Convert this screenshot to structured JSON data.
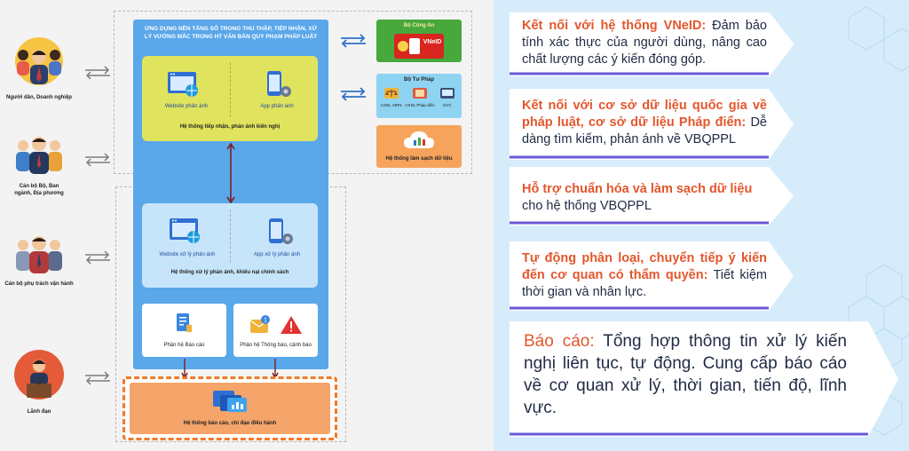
{
  "diagram": {
    "actors": [
      {
        "label": "Người dân, Doanh nghiệp"
      },
      {
        "label": "Cán bộ Bộ, Ban ngành, Địa phương"
      },
      {
        "label": "Cán bộ phụ trách vận hành"
      },
      {
        "label": "Lãnh đạo"
      }
    ],
    "main_title": "ỨNG DỤNG NỀN TẢNG SỐ TRONG THU THẬP, TIẾP NHẬN, XỬ LÝ VƯỚNG MẮC TRONG HT VĂN BẢN QUY PHẠM PHÁP LUẬT",
    "reception": {
      "website": "Website phản ánh",
      "app": "App phản ánh",
      "caption": "Hệ thống tiếp nhận, phản ánh kiến nghị"
    },
    "processing": {
      "website": "Website xử lý phản ánh",
      "app": "App xử lý phản ánh",
      "caption": "Hệ thống xử lý phản ánh, khiếu nại chính sách"
    },
    "report_module": "Phân hệ Báo cáo",
    "alert_module": "Phân hệ Thông báo, cảnh báo",
    "command_system": "Hệ thống báo cáo, chỉ đạo điều hành",
    "bo_cong_an": {
      "title": "Bộ Công An",
      "brand": "VNeID"
    },
    "bo_tu_phap": {
      "title": "Bộ Tư Pháp",
      "items": [
        "CSDL VBPL",
        "CSDL Pháp điển",
        "DVC"
      ]
    },
    "data_clean": "Hệ thống làm sạch dữ liệu"
  },
  "cards": [
    {
      "highlight": "Kết nối với hệ thống VNeID:",
      "text": " Đảm bảo tính xác thực của người dùng, nâng cao chất lượng các ý kiến đóng góp."
    },
    {
      "highlight": "Kết nối với cơ sở dữ liệu quốc gia về pháp luật, cơ sở dữ liệu Pháp điển:",
      "text": " Dễ dàng tìm kiếm, phản ánh về VBQPPL"
    },
    {
      "highlight": "Hỗ trợ chuẩn hóa và làm sạch dữ liệu",
      "text": " cho hệ thống VBQPPL"
    },
    {
      "highlight": "Tự động phân loại, chuyển tiếp ý kiến đến cơ quan có thẩm quyền:",
      "text": " Tiết kiệm thời gian và nhân lực."
    },
    {
      "highlight": "Báo cáo:",
      "text": " Tổng hợp thông tin xử lý kiến nghị liên tục, tự động. Cung cấp báo cáo về cơ quan xử lý, thời gian, tiến độ, lĩnh vực."
    }
  ],
  "colors": {
    "accent": "#e3572d",
    "main_blue": "#5aa7ea",
    "yellow": "#e0e35d",
    "card_border": "#6a5ad8"
  }
}
